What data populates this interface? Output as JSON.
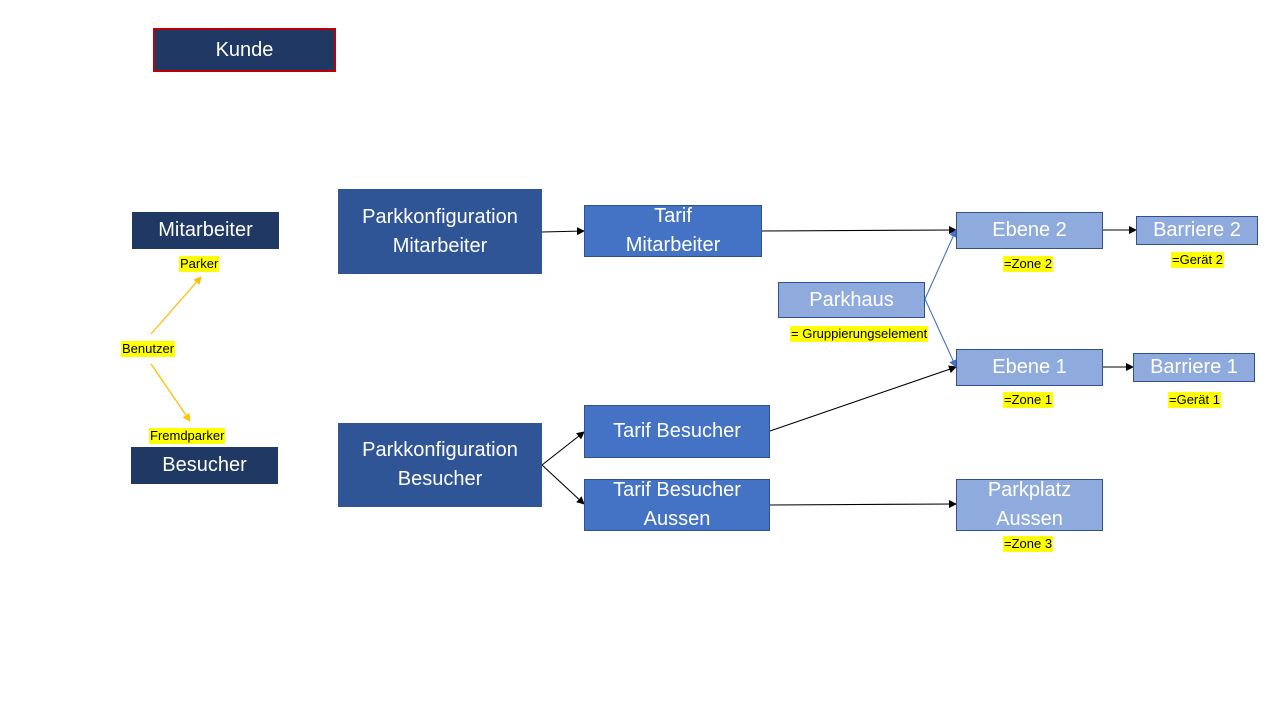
{
  "kunde": "Kunde",
  "nodes": {
    "mitarbeiter": "Mitarbeiter",
    "besucher": "Besucher",
    "pk_mitarbeiter": "Parkkonfiguration\nMitarbeiter",
    "pk_besucher": "Parkkonfiguration\nBesucher",
    "tarif_mitarbeiter": "Tarif\nMitarbeiter",
    "tarif_besucher": "Tarif Besucher",
    "tarif_besucher_aussen": "Tarif Besucher\nAussen",
    "parkhaus": "Parkhaus",
    "ebene2": "Ebene 2",
    "ebene1": "Ebene 1",
    "parkplatz_aussen": "Parkplatz\nAussen",
    "barriere2": "Barriere 2",
    "barriere1": "Barriere 1"
  },
  "labels": {
    "parker": "Parker",
    "benutzer": "Benutzer",
    "fremdparker": "Fremdparker",
    "gruppierung": "= Gruppierungselement",
    "zone2": "=Zone 2",
    "zone1": "=Zone 1",
    "zone3": "=Zone 3",
    "geraet2": "=Gerät 2",
    "geraet1": "=Gerät 1"
  },
  "colors": {
    "dark_navy": "#1f3864",
    "medium_blue": "#2f5597",
    "blue": "#4472c4",
    "light_blue": "#8faadc",
    "highlight": "#ffff00",
    "kunde_border": "#c00000",
    "user_arrow": "#ffc000",
    "parkhaus_arrow": "#4472c4"
  }
}
